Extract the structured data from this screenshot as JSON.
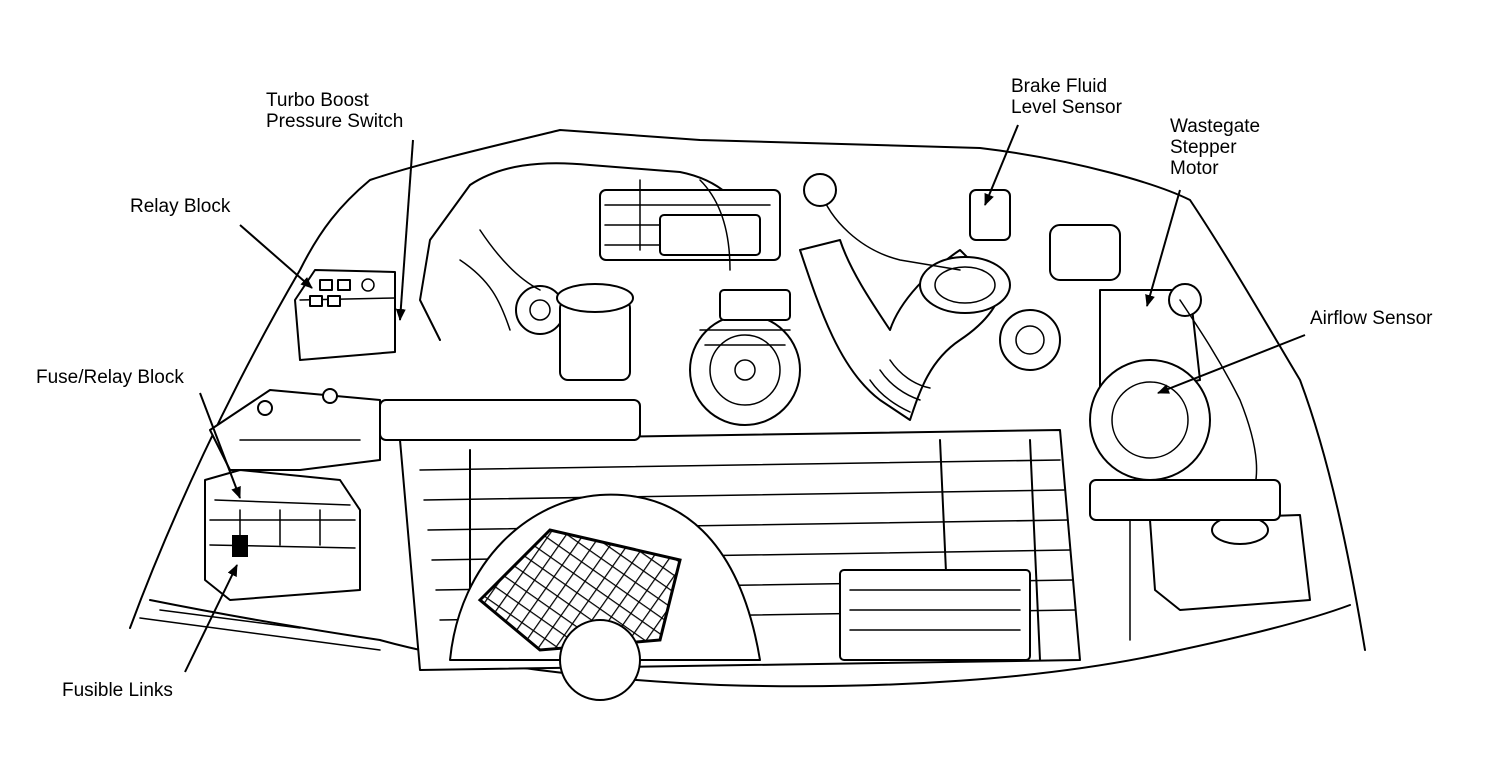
{
  "callouts": {
    "turbo_boost": [
      "Turbo Boost",
      "Pressure Switch"
    ],
    "relay_block": "Relay Block",
    "fuse_relay_block": "Fuse/Relay Block",
    "fusible_links": "Fusible Links",
    "brake_fluid": [
      "Brake Fluid",
      "Level Sensor"
    ],
    "wastegate": [
      "Wastegate",
      "Stepper",
      "Motor"
    ],
    "airflow_sensor": "Airflow Sensor"
  }
}
